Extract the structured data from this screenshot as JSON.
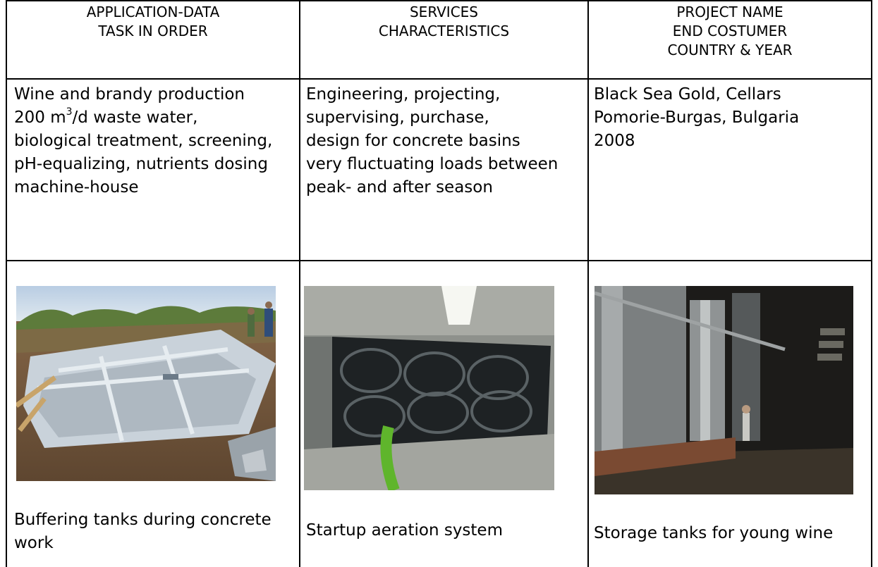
{
  "headers": [
    {
      "line1": "APPLICATION-DATA",
      "line2": "TASK IN ORDER",
      "line3": ""
    },
    {
      "line1": "SERVICES",
      "line2": "CHARACTERISTICS",
      "line3": ""
    },
    {
      "line1": "PROJECT NAME",
      "line2": "END COSTUMER",
      "line3": "COUNTRY & YEAR"
    }
  ],
  "col1": {
    "l1": "Wine and brandy production",
    "l2_pre": "200 m",
    "l2_sup": "3",
    "l2_post": "/d waste water,",
    "l3": "biological treatment, screening,",
    "l4": "pH-equalizing, nutrients dosing",
    "l5": "machine-house"
  },
  "col2": {
    "l1": "Engineering, projecting,",
    "l2": "supervising, purchase,",
    "l3": "design for concrete basins",
    "l4": "very fluctuating loads between",
    "l5": "peak- and after season"
  },
  "col3": {
    "l1": "Black Sea Gold, Cellars",
    "l2": "Pomorie-Burgas, Bulgaria",
    "l3": "2008"
  },
  "captions": {
    "c1_l1": "Buffering tanks during concrete",
    "c1_l2": "work",
    "c2": "Startup aeration system",
    "c3": "Storage tanks for young wine"
  }
}
